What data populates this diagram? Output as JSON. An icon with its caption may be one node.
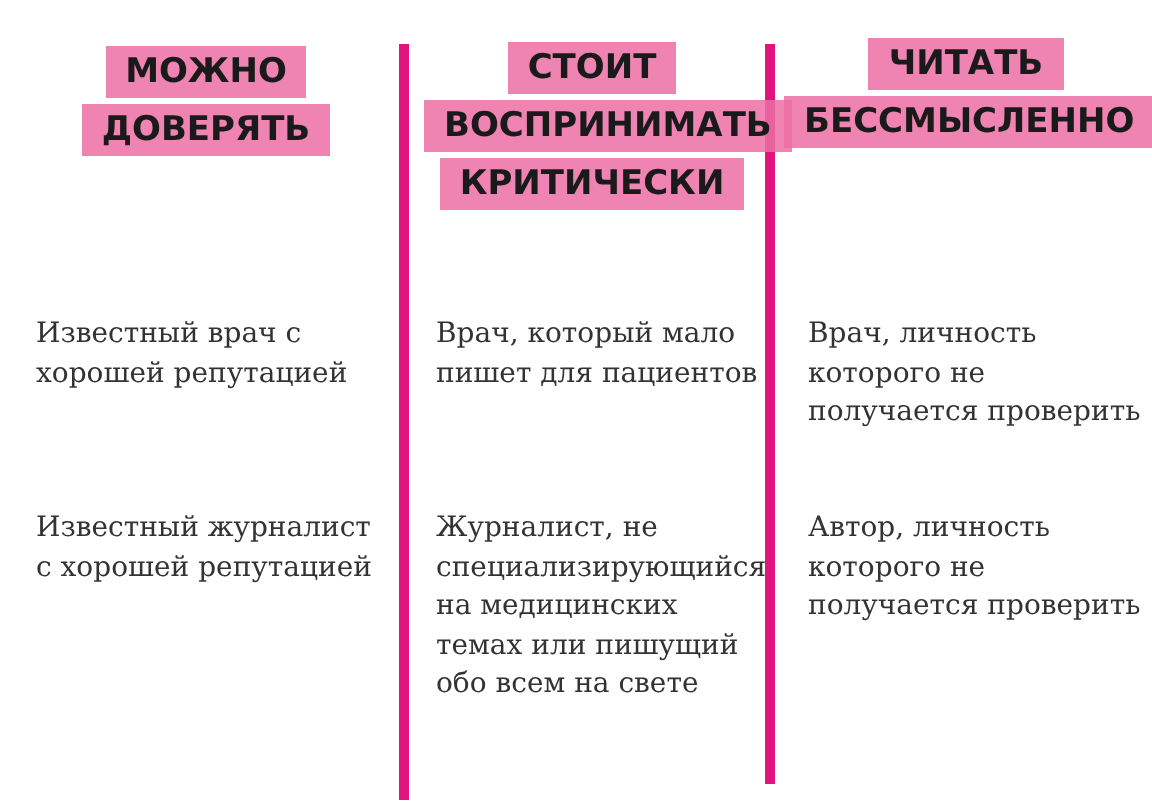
{
  "diagram": {
    "nodes": [
      {
        "text": [
          "МОЖНО ДОВЕРЯТЬ"
        ]
      },
      {
        "text": [
          "СТОИТ ВОСПРИНИМАТЬ КРИТИЧЕСКИ"
        ]
      },
      {
        "text": [
          "ЧИТАТЬ БЕССМЫСЛЕННО"
        ]
      }
    ],
    "labels": [
      "Известный врач с хорошей репутацией",
      "Врач, который мало пишет для пациентов",
      "Врач, личность которого не получается проверить",
      "Известный журналист с хорошей репутацией",
      "Журналист, не специализирующийся на медицинских темах или пишущий обо всем на свете",
      "Автор, личность которого не получается проверить"
    ]
  }
}
